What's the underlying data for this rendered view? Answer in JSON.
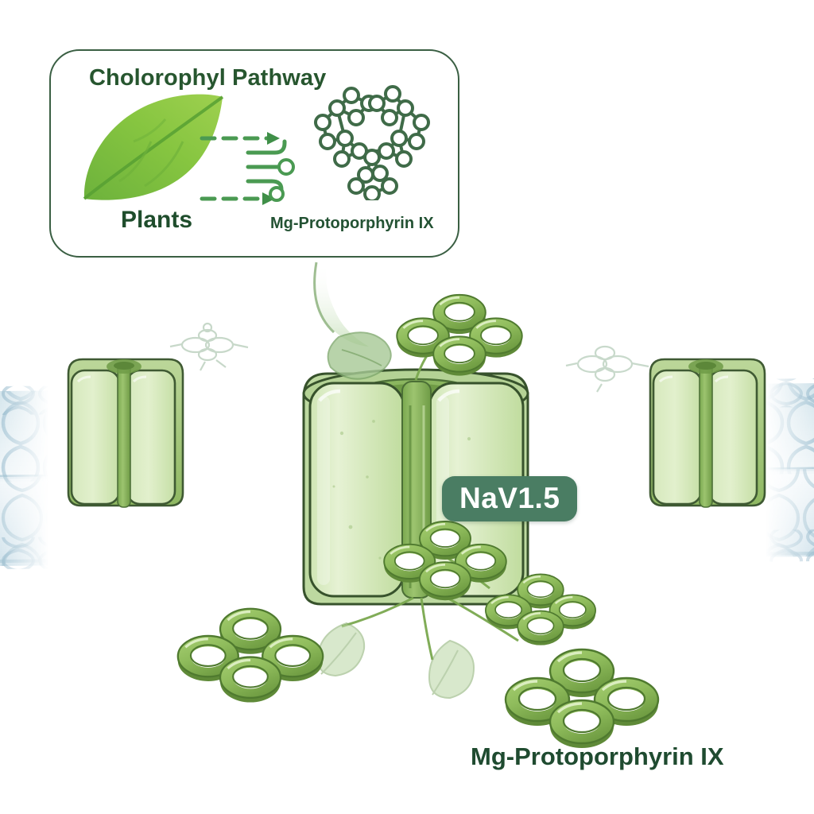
{
  "figure": {
    "background_color": "#ffffff",
    "accent_green": "#6fa84a",
    "dark_green": "#27562f",
    "membrane_color": "#8fb6c9",
    "badge_color": "#4a7d63"
  },
  "inset_panel": {
    "title": "Cholorophyl Pathway",
    "source_label": "Plants",
    "product_label": "Mg-Protoporphyrin IX",
    "leaf_icon": "leaf-icon",
    "arrow_icon": "dashed-arrow-icon",
    "molecule_icon": "porphyrin-structure-icon",
    "border_color": "#3a5f43"
  },
  "scene": {
    "membrane_label": "lipid-bilayer",
    "channel_badge": "NaV1.5",
    "bottom_label": "Mg-Protoporphyrin IX",
    "channels": [
      {
        "name": "channel-left"
      },
      {
        "name": "channel-center"
      },
      {
        "name": "channel-right"
      }
    ],
    "ligands": [
      {
        "name": "porphyrin-top-right"
      },
      {
        "name": "porphyrin-mid-right"
      },
      {
        "name": "porphyrin-bottom-left"
      },
      {
        "name": "porphyrin-bottom-center"
      },
      {
        "name": "porphyrin-bottom-right"
      }
    ],
    "falling_leaf": "falling-leaf-icon",
    "ghost_molecules": [
      {
        "name": "ghost-porphyrin-left"
      },
      {
        "name": "ghost-porphyrin-right"
      }
    ]
  }
}
